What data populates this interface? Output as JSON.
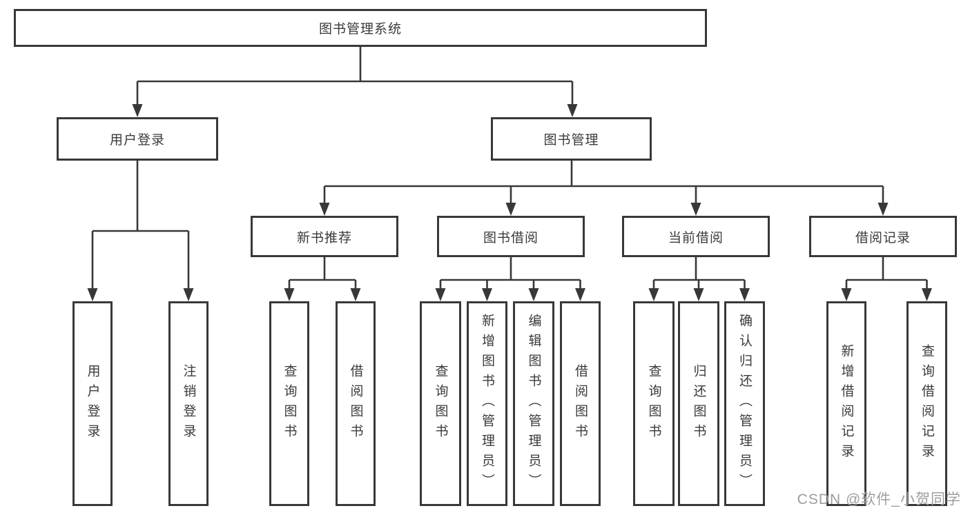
{
  "diagram": {
    "root": {
      "label": "图书管理系统"
    },
    "level2": [
      {
        "label": "用户登录",
        "children": [
          {
            "label": "用户登录"
          },
          {
            "label": "注销登录"
          }
        ]
      },
      {
        "label": "图书管理",
        "children": [
          {
            "label": "新书推荐",
            "children": [
              {
                "label": "查询图书"
              },
              {
                "label": "借阅图书"
              }
            ]
          },
          {
            "label": "图书借阅",
            "children": [
              {
                "label": "查询图书"
              },
              {
                "label": "新增图书（管理员）"
              },
              {
                "label": "编辑图书（管理员）"
              },
              {
                "label": "借阅图书"
              }
            ]
          },
          {
            "label": "当前借阅",
            "children": [
              {
                "label": "查询图书"
              },
              {
                "label": "归还图书"
              },
              {
                "label": "确认归还（管理员）"
              }
            ]
          },
          {
            "label": "借阅记录",
            "children": [
              {
                "label": "新增借阅记录"
              },
              {
                "label": "查询借阅记录"
              }
            ]
          }
        ]
      }
    ]
  },
  "watermark": {
    "text": "CSDN @软件_小贺同学"
  },
  "colors": {
    "line": "#383838",
    "box_border": "#383838",
    "text": "#3a3a3a",
    "watermark": "#9d9d9d"
  }
}
